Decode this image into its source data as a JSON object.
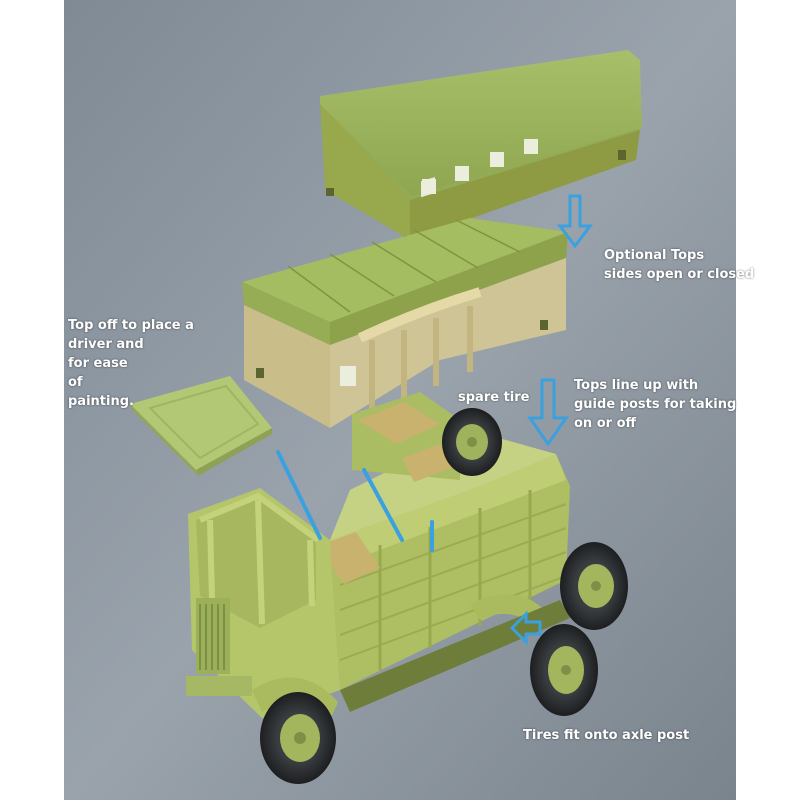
{
  "annotations": {
    "optional_tops": "Optional Tops\n sides open or closed",
    "top_off": "Top off to place a\ndriver and\nfor ease\nof\npainting.",
    "spare_tire": "spare tire",
    "tops_line_up": "Tops line up with\nguide posts for taking\non or off",
    "tires_fit": "Tires fit onto axle post"
  },
  "colors": {
    "background": "#8d98a2",
    "body_green": "#b6c26a",
    "tan_panel": "#cfc28f",
    "tire": "#2a2c2e",
    "arrow": "#3aa0e0"
  }
}
